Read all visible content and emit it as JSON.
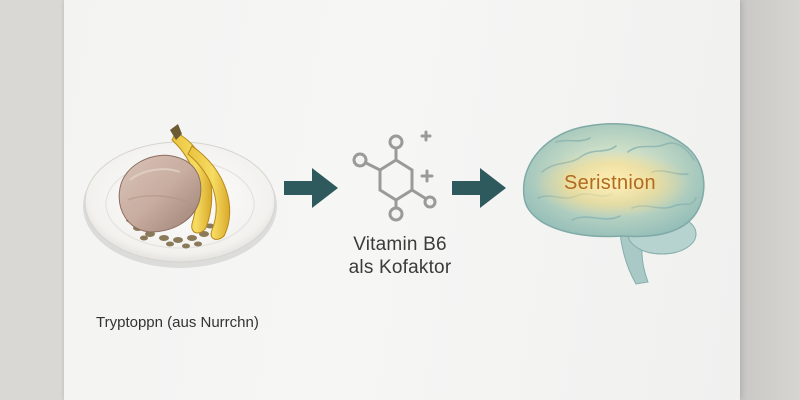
{
  "source_caption": "Tryptoppn (aus Nurrchn)",
  "cofactor": {
    "line1": "Vitamin B6",
    "line2": "als Kofaktor"
  },
  "product_label": "Seristnion",
  "icons": [
    "food-plate-icon",
    "arrow-right-icon",
    "molecule-icon",
    "arrow-right-icon",
    "brain-icon"
  ],
  "colors": {
    "arrow": "#2f5a5d",
    "molecule": "#9a9a9a",
    "brain": "#a9ccc7",
    "label_glow": "#f3d78a",
    "label_text": "#b06a22"
  }
}
